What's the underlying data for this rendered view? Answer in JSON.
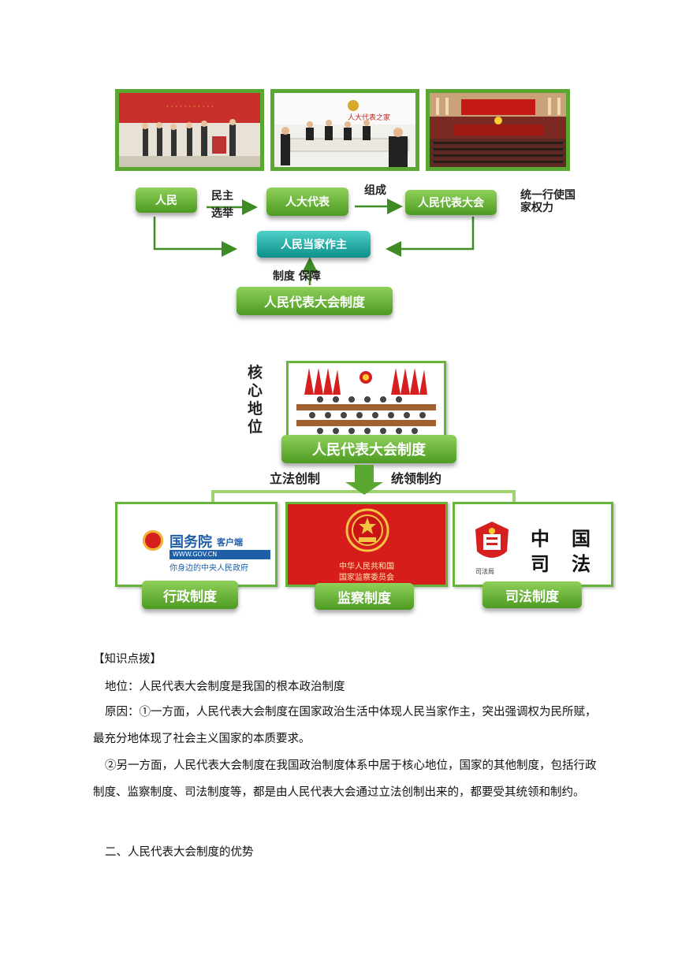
{
  "diagram1": {
    "nodes": {
      "people": "人民",
      "deputies": "人大代表",
      "congress": "人民代表大会",
      "masters": "人民当家作主",
      "system": "人民代表大会制度"
    },
    "labels": {
      "election_line1": "民主",
      "election_line2": "选举",
      "compose": "组成",
      "unified_line1": "统一行使国",
      "unified_line2": "家权力",
      "guarantee": "制度 保障"
    },
    "photo2_sign": "人大代表之家"
  },
  "diagram2": {
    "core_status_chars": [
      "核",
      "心",
      "地",
      "位"
    ],
    "center_node": "人民代表大会制度",
    "legislate": "立法创制",
    "lead": "统领制约",
    "admin_box": {
      "title": "国务院",
      "suffix": "客户端",
      "url": "WWW.GOV.CN",
      "slogan": "你身边的中央人民政府"
    },
    "supervision_box": {
      "line1": "中华人民共和国",
      "line2": "国家监察委员会"
    },
    "judicial_box": {
      "chars": [
        "中",
        "国",
        "司",
        "法"
      ],
      "emblem_label": "司法局"
    },
    "admin_label": "行政制度",
    "supervision_label": "监察制度",
    "judicial_label": "司法制度"
  },
  "text": {
    "heading": "【知识点拨】",
    "status": "地位：人民代表大会制度是我国的根本政治制度",
    "reason1": "原因：①一方面，人民代表大会制度在国家政治生活中体现人民当家作主，突出强调权为民所赋，最充分地体现了社会主义国家的本质要求。",
    "reason2": "②另一方面，人民代表大会制度在我国政治制度体系中居于核心地位，国家的其他制度，包括行政制度、监察制度、司法制度等，都是由人民代表大会通过立法创制出来的，都要受其统领和制约。",
    "section": "二、人民代表大会制度的优势"
  },
  "colors": {
    "green": "#5aa832",
    "arrow": "#3e8a25",
    "red": "#d71c1c",
    "teal": "#0c8f8a"
  }
}
